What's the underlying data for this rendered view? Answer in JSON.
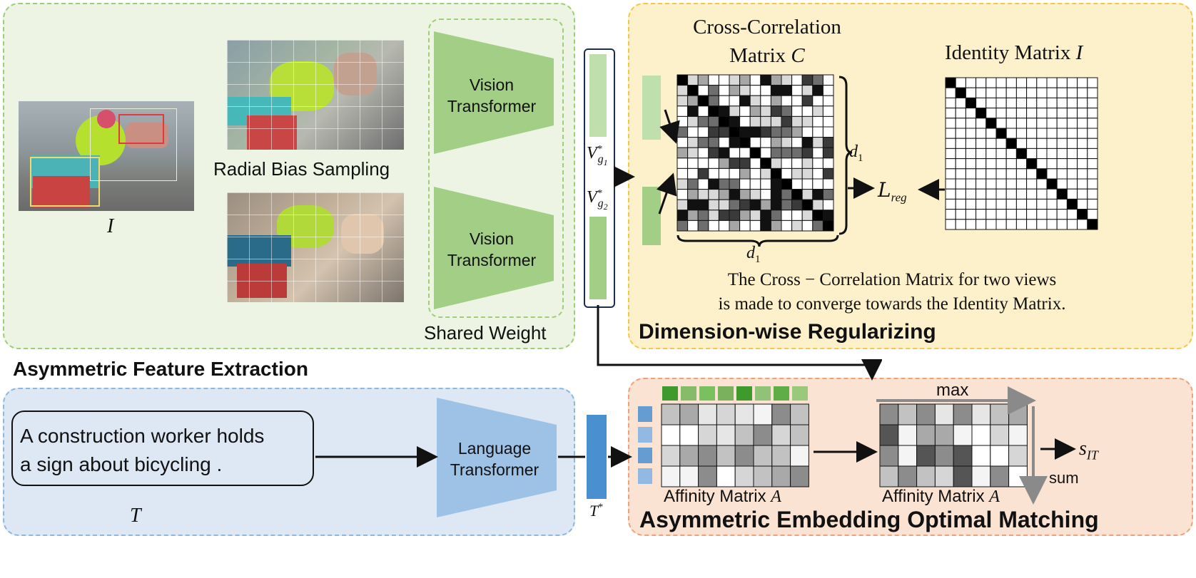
{
  "sections": {
    "feature_extraction": "Asymmetric Feature Extraction",
    "regularizing": "Dimension-wise Regularizing",
    "matching": "Asymmetric Embedding Optimal Matching"
  },
  "image_branch": {
    "image_label": "I",
    "sampling_label": "Radial Bias Sampling",
    "vit_top": "Vision\nTransformer",
    "vit_bottom": "Vision\nTransformer",
    "shared_label": "Shared Weight",
    "vg1": "V",
    "vg1_sub": "g",
    "vg1_subsub": "1",
    "vg_star": "*",
    "vg2": "V",
    "vg2_sub": "g",
    "vg2_subsub": "2"
  },
  "regularizer": {
    "cc_title_line1": "Cross-Correlation",
    "cc_title_line2": "Matrix",
    "cc_symbol": "C",
    "identity_title": "Identity Matrix",
    "identity_symbol": "I",
    "dim_right": "d",
    "dim_bottom": "d",
    "dim_sub": "1",
    "loss": "L",
    "loss_sub": "reg",
    "caption_line1": "The Cross − Correlation Matrix for two views",
    "caption_line2": "is made to converge towards the Identity Matrix."
  },
  "text_branch": {
    "caption_line1": "A construction worker holds",
    "caption_line2": "a sign about bicycling .",
    "text_label": "T",
    "lang_transformer": "Language\nTransformer",
    "t_star": "T",
    "t_star_sup": "*"
  },
  "matching": {
    "affinity_left": "Affinity Matrix",
    "affinity_right": "Affinity Matrix",
    "affinity_symbol": "A",
    "max_label": "max",
    "sum_label": "sum",
    "score": "s",
    "score_sub": "IT"
  },
  "colors": {
    "green_panel": "#edf4e4",
    "green_border": "#9ccf78",
    "yellow_panel": "#fdf1cc",
    "yellow_border": "#f5c748",
    "blue_panel": "#dde8f4",
    "blue_border": "#8eb7de",
    "peach_panel": "#fbe3d3",
    "peach_border": "#eea27a",
    "vit_green": "#a3ce86",
    "lang_blue": "#9ec2e6",
    "tstar_blue": "#4a8fd0"
  }
}
